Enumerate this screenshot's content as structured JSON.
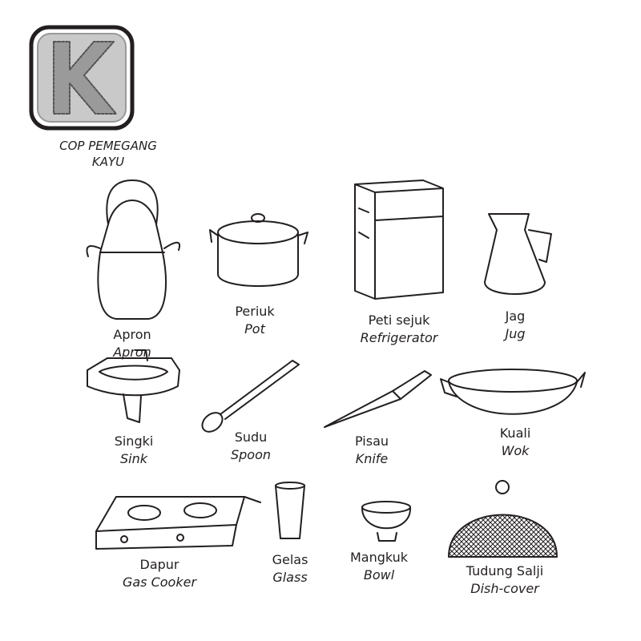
{
  "badge": {
    "line1": "COP PEMEGANG",
    "line2": "KAYU",
    "letter": "K"
  },
  "items": [
    {
      "name": "Apron",
      "translation": "Apron"
    },
    {
      "name": "Periuk",
      "translation": "Pot"
    },
    {
      "name": "Peti sejuk",
      "translation": "Refrigerator"
    },
    {
      "name": "Jag",
      "translation": "Jug"
    },
    {
      "name": "Singki",
      "translation": "Sink"
    },
    {
      "name": "Sudu",
      "translation": "Spoon"
    },
    {
      "name": "Pisau",
      "translation": "Knife"
    },
    {
      "name": "Kuali",
      "translation": "Wok"
    },
    {
      "name": "Dapur",
      "translation": "Gas Cooker"
    },
    {
      "name": "Gelas",
      "translation": "Glass"
    },
    {
      "name": "Mangkuk",
      "translation": "Bowl"
    },
    {
      "name": "Tudung Salji",
      "translation": "Dish-cover"
    }
  ]
}
